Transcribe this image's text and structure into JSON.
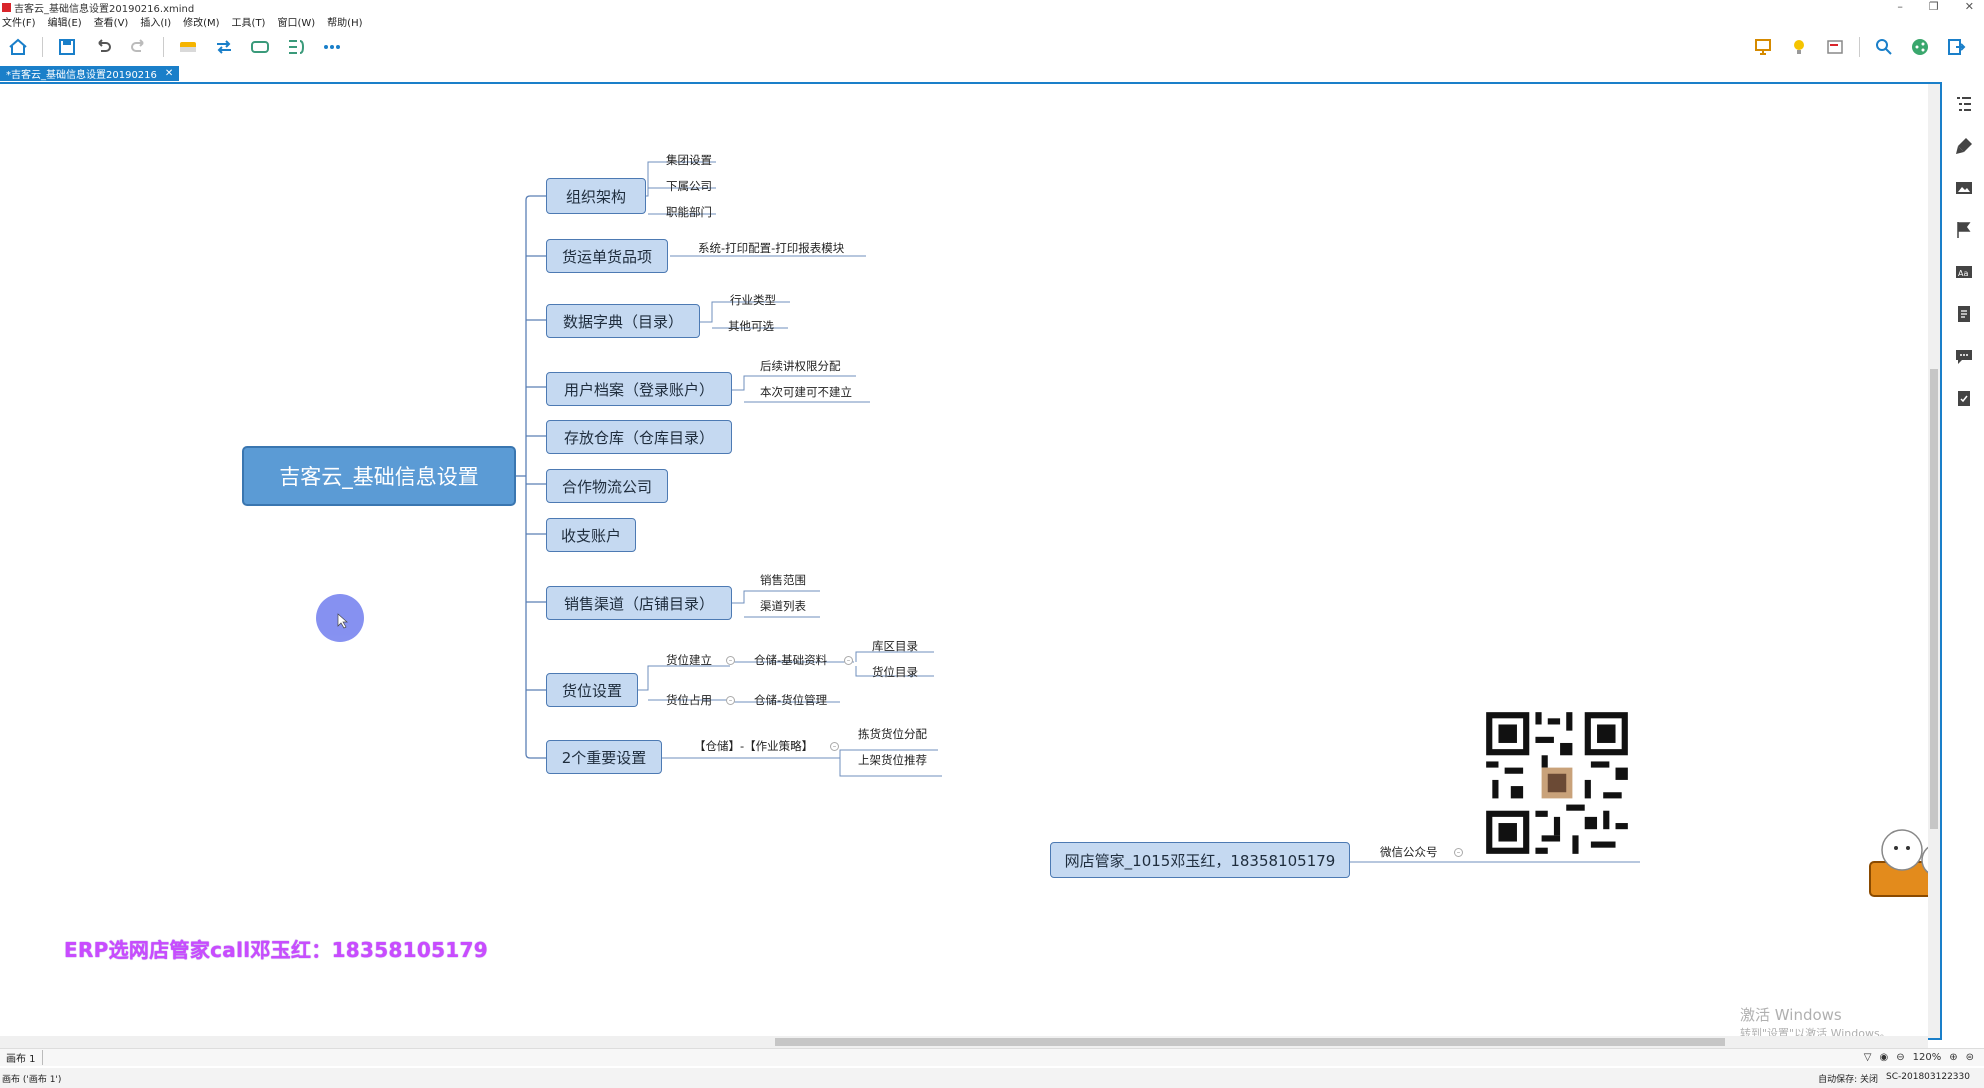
{
  "window": {
    "title": "吉客云_基础信息设置20190216.xmind"
  },
  "menu": [
    "文件(F)",
    "编辑(E)",
    "查看(V)",
    "插入(I)",
    "修改(M)",
    "工具(T)",
    "窗口(W)",
    "帮助(H)"
  ],
  "tab": {
    "label": "*吉客云_基础信息设置20190216",
    "close": "✕"
  },
  "mindmap": {
    "central": "吉客云_基础信息设置",
    "topics": [
      {
        "label": "组织架构",
        "children": [
          "集团设置",
          "下属公司",
          "职能部门"
        ]
      },
      {
        "label": "货运单货品项",
        "children": [
          "系统-打印配置-打印报表模块"
        ]
      },
      {
        "label": "数据字典（目录）",
        "children": [
          "行业类型",
          "其他可选"
        ]
      },
      {
        "label": "用户档案（登录账户）",
        "children": [
          "后续讲权限分配",
          "本次可建可不建立"
        ]
      },
      {
        "label": "存放仓库（仓库目录）",
        "children": []
      },
      {
        "label": "合作物流公司",
        "children": []
      },
      {
        "label": "收支账户",
        "children": []
      },
      {
        "label": "销售渠道（店铺目录）",
        "children": [
          "销售范围",
          "渠道列表"
        ]
      },
      {
        "label": "货位设置",
        "children": [
          "货位建立",
          "货位占用"
        ],
        "grandchildren": {
          "first": "仓储-基础资料",
          "first_children": [
            "库区目录",
            "货位目录"
          ],
          "second": "仓储-货位管理"
        }
      },
      {
        "label": "2个重要设置",
        "children": [
          "【仓储】-【作业策略】"
        ],
        "grandchildren": [
          "拣货货位分配",
          "上架货位推荐"
        ]
      }
    ],
    "floating": {
      "label": "网店管家_1015邓玉红，18358105179",
      "child": "微信公众号"
    }
  },
  "promo_text": "ERP选网店管家call邓玉红：18358105179",
  "watermark": {
    "line1": "激活 Windows",
    "line2": "转到\"设置\"以激活 Windows。"
  },
  "sheetbar": {
    "sheet": "画布 1",
    "zoom": "120%"
  },
  "status": {
    "left": "画布 ('画布 1')",
    "autosave": "自动保存: 关闭",
    "machine": "SC-201803122330"
  },
  "colors": {
    "accent": "#1a7fc9",
    "central_fill": "#5b9bd5",
    "topic_fill": "#c5d9f1",
    "promo": "#c94bff"
  }
}
